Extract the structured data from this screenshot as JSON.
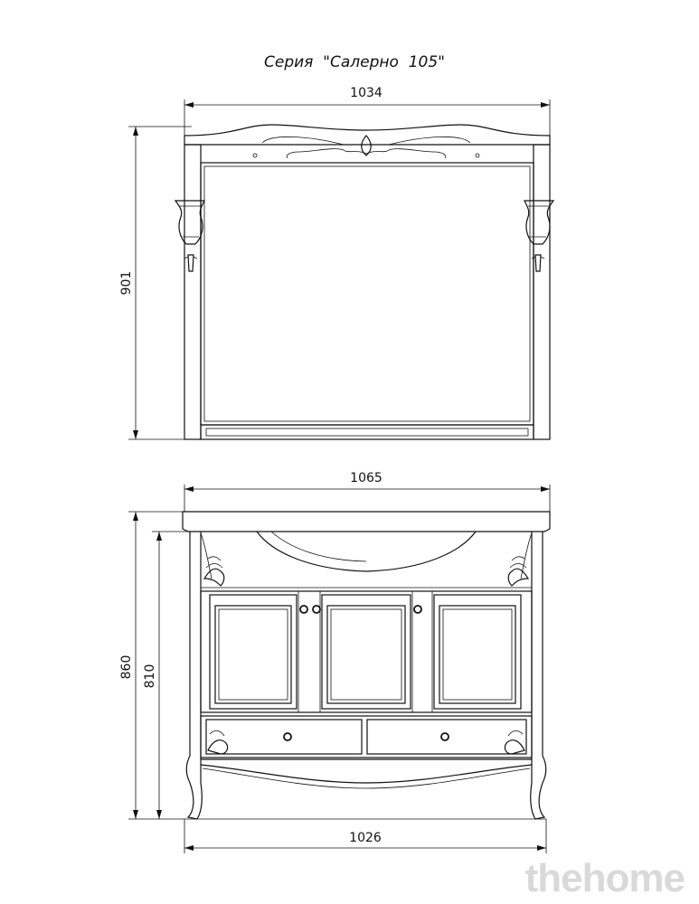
{
  "title": "Серия  \"Салерно  105\"",
  "mirror": {
    "width_label": "1034",
    "height_label": "901"
  },
  "cabinet": {
    "top_width_label": "1065",
    "total_height_label": "860",
    "body_height_label": "810",
    "base_width_label": "1026"
  },
  "watermark": "thehome",
  "colors": {
    "line": "#111111",
    "watermark": "#d9d9d9",
    "background": "#ffffff"
  }
}
